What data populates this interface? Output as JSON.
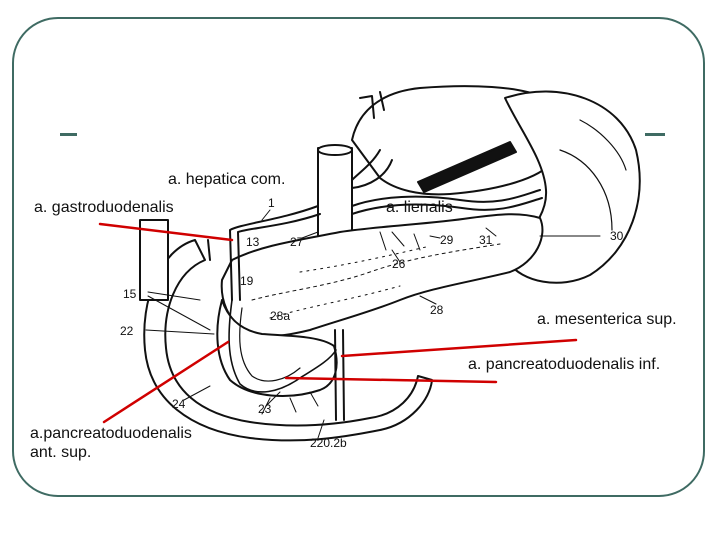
{
  "labels": {
    "hepatica": "a. hepatica com.",
    "gastroduodenalis": "a. gastroduodenalis",
    "lienalis": "a. lienalis",
    "mesenterica": "a. mesenterica sup.",
    "pancreatoduodenalis_inf": "a. pancreatoduodenalis inf.",
    "pancreatoduodenalis_ant_line1": "a.pancreatoduodenalis",
    "pancreatoduodenalis_ant_line2": "ant. sup."
  },
  "figure_numbers": {
    "n1": "1",
    "n13": "13",
    "n27": "27",
    "n29": "29",
    "n31": "31",
    "n30": "30",
    "n26": "26",
    "n19": "19",
    "n15": "15",
    "n28a": "28a",
    "n28": "28",
    "n22": "22",
    "n24": "24",
    "n23": "23",
    "n220": "220.2b"
  },
  "colors": {
    "frame": "#3f6b63",
    "pointer": "#d00000",
    "ink": "#111111"
  }
}
